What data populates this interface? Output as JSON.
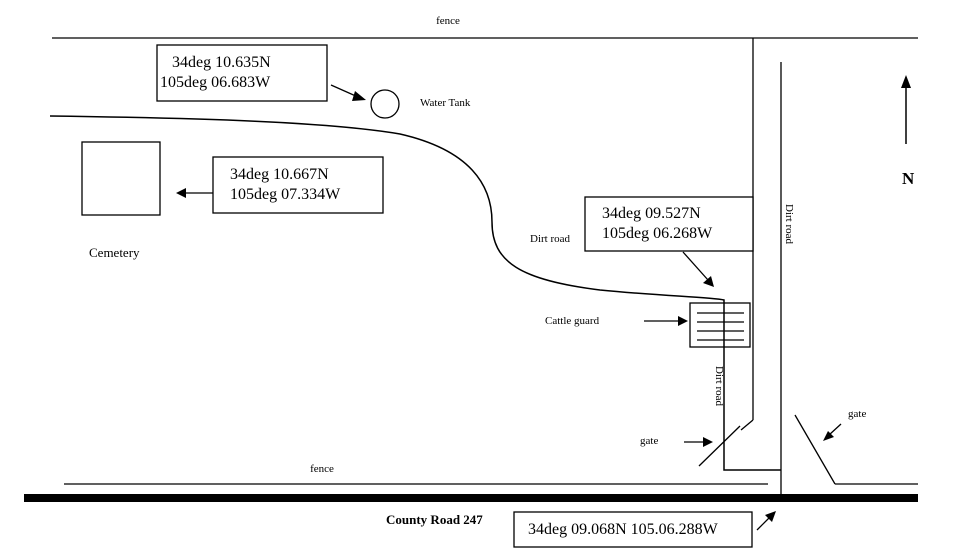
{
  "labels": {
    "fence_top": "fence",
    "fence_bottom": "fence",
    "fence_vertical": "fence",
    "water_tank": "Water Tank",
    "cemetery": "Cemetery",
    "dirt_road": "Dirt road",
    "dirt_road_vertical_right": "Dirt road",
    "dirt_road_vertical_lower": "Dirt road",
    "cattle_guard": "Cattle guard",
    "gate_left": "gate",
    "gate_right": "gate",
    "county_road": "County Road 247",
    "north": "N"
  },
  "coords": {
    "water_tank": [
      "34deg 10.635N",
      "105deg 06.683W"
    ],
    "cemetery": [
      "34deg 10.667N",
      "105deg 07.334W"
    ],
    "cattle_guard": [
      "34deg 09.527N",
      "105deg 06.268W"
    ],
    "county_road": [
      "34deg 09.068N 105.06.288W"
    ]
  }
}
